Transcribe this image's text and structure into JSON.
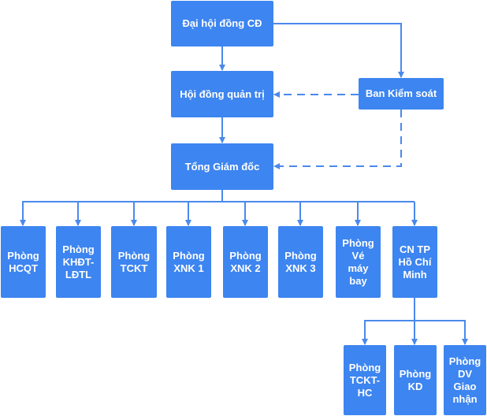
{
  "colors": {
    "box": "#3d85f0",
    "line": "#4a89ec",
    "text": "#ffffff",
    "background": "#ffffff"
  },
  "nodes": {
    "dhdcd": "Đại hội đồng CĐ",
    "hdqt": "Hội đồng quản trị",
    "bks": "Ban Kiểm soát",
    "tgd": "Tổng Giám đốc",
    "hcqt": "Phòng\nHCQT",
    "khdt": "Phòng\nKHĐT-\nLĐTL",
    "tckt": "Phòng\nTCKT",
    "xnk1": "Phòng\nXNK 1",
    "xnk2": "Phòng\nXNK 2",
    "xnk3": "Phòng\nXNK 3",
    "ve": "Phòng\nVé\nmáy\nbay",
    "cn": "CN TP\nHồ Chí\nMinh",
    "tckthc": "Phòng\nTCKT-\nHC",
    "kd": "Phòng\nKD",
    "dv": "Phòng\nDV\nGiao\nnhận"
  },
  "edges": [
    {
      "from": "dhdcd",
      "to": "hdqt",
      "style": "solid"
    },
    {
      "from": "dhdcd",
      "to": "bks",
      "style": "solid"
    },
    {
      "from": "bks",
      "to": "hdqt",
      "style": "dashed"
    },
    {
      "from": "bks",
      "to": "tgd",
      "style": "dashed"
    },
    {
      "from": "hdqt",
      "to": "tgd",
      "style": "solid"
    },
    {
      "from": "tgd",
      "to": "hcqt",
      "style": "solid"
    },
    {
      "from": "tgd",
      "to": "khdt",
      "style": "solid"
    },
    {
      "from": "tgd",
      "to": "tckt",
      "style": "solid"
    },
    {
      "from": "tgd",
      "to": "xnk1",
      "style": "solid"
    },
    {
      "from": "tgd",
      "to": "xnk2",
      "style": "solid"
    },
    {
      "from": "tgd",
      "to": "xnk3",
      "style": "solid"
    },
    {
      "from": "tgd",
      "to": "ve",
      "style": "solid"
    },
    {
      "from": "tgd",
      "to": "cn",
      "style": "solid"
    },
    {
      "from": "cn",
      "to": "tckthc",
      "style": "solid"
    },
    {
      "from": "cn",
      "to": "kd",
      "style": "solid"
    },
    {
      "from": "cn",
      "to": "dv",
      "style": "solid"
    }
  ]
}
